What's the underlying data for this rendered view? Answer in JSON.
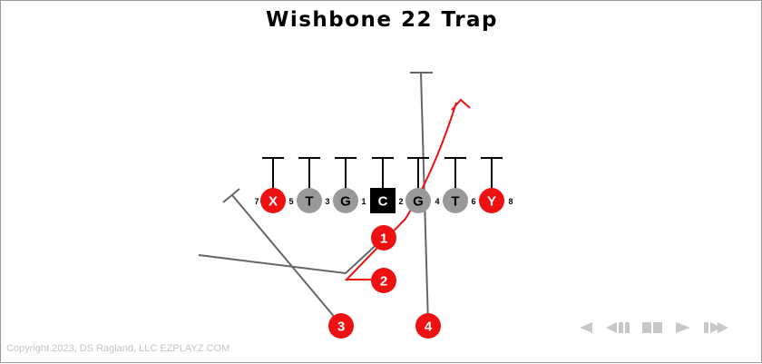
{
  "play": {
    "title": "Wishbone 22 Trap",
    "linemen": [
      {
        "label": "X",
        "color": "#ee1111",
        "shape": "circle"
      },
      {
        "label": "T",
        "color": "#999999",
        "shape": "circle"
      },
      {
        "label": "G",
        "color": "#999999",
        "shape": "circle"
      },
      {
        "label": "C",
        "color": "#000000",
        "shape": "square"
      },
      {
        "label": "G",
        "color": "#999999",
        "shape": "circle"
      },
      {
        "label": "T",
        "color": "#999999",
        "shape": "circle"
      },
      {
        "label": "Y",
        "color": "#ee1111",
        "shape": "circle"
      }
    ],
    "hole_numbers": [
      "7",
      "5",
      "3",
      "1",
      "2",
      "4",
      "6",
      "8"
    ],
    "backs": [
      {
        "label": "1",
        "color": "#ee1111"
      },
      {
        "label": "2",
        "color": "#ee1111"
      },
      {
        "label": "3",
        "color": "#ee1111"
      },
      {
        "label": "4",
        "color": "#ee1111"
      }
    ]
  },
  "colors": {
    "route": "#ee1111",
    "block": "#000000",
    "assignment": "#666666",
    "controls": "#c8c8c8"
  },
  "footer": {
    "copyright": "Copyright 2023, DS Ragland, LLC EZPLAYZ.COM"
  },
  "controls": [
    {
      "icon": "rewind-icon"
    },
    {
      "icon": "step-back-icon"
    },
    {
      "icon": "pause-icon"
    },
    {
      "icon": "play-icon"
    },
    {
      "icon": "step-forward-icon"
    }
  ]
}
